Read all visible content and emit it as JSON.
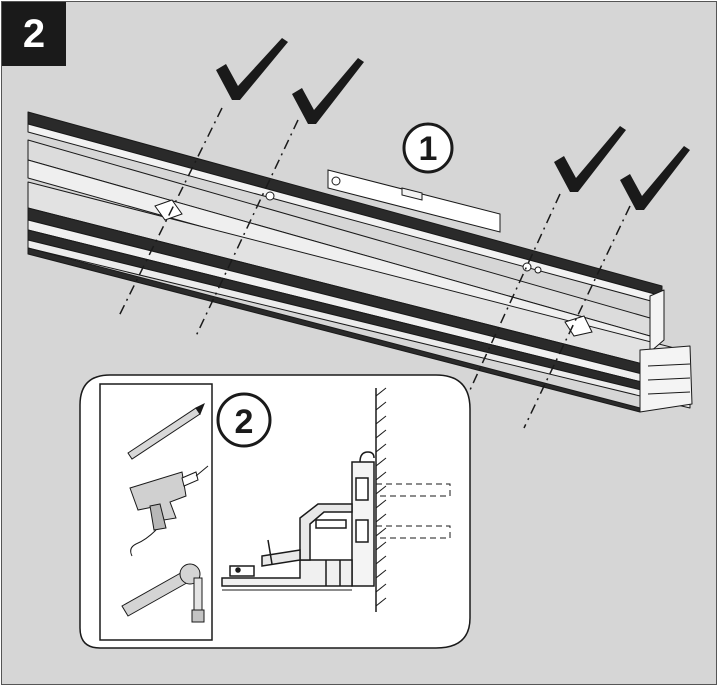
{
  "step": {
    "number": "2"
  },
  "callouts": {
    "level_marker": "1",
    "detail_marker": "2"
  },
  "tools": [
    "pencil-icon",
    "drill-icon",
    "socket-wrench-icon"
  ],
  "colors": {
    "background": "#d6d6d6",
    "badge": "#1a1a1a",
    "line": "#1a1a1a",
    "profile_fill": "#e6e6e6",
    "panel": "#ffffff"
  }
}
